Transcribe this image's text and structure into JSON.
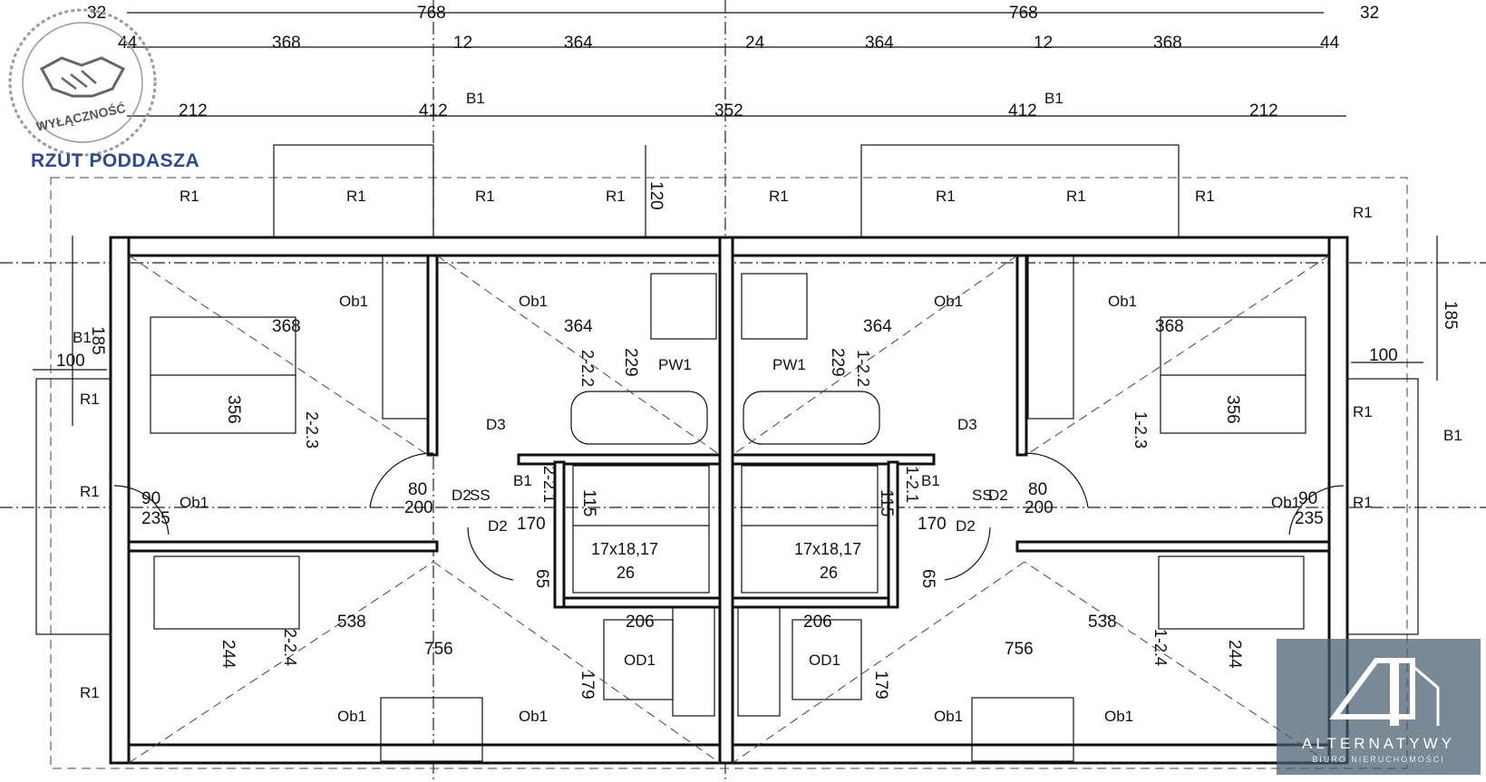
{
  "title": "RZUT PODDASZA",
  "stamp": {
    "text": "WYŁĄCZNOŚĆ",
    "icon": "handshake-icon"
  },
  "logo": {
    "name": "ALTERNATYWY",
    "subtitle": "BIURO NIERUCHOMOŚCI",
    "icon": "house-4-icon",
    "color": "#465c6e"
  },
  "dims_top": {
    "edge": "32",
    "half": "768",
    "edge2": "44",
    "room": "368",
    "wall12": "12",
    "bath": "364",
    "wall24": "24",
    "outer": "212",
    "mid": "412",
    "center": "352"
  },
  "dims_side": {
    "v185": "185",
    "h100": "100",
    "v120": "120"
  },
  "rooms": {
    "l_223": "2-2.3",
    "l_222": "2-2.2",
    "l_221": "2-2.1",
    "l_224": "2-2.4",
    "r_223": "1-2.3",
    "r_222": "1-2.2",
    "r_221": "1-2.1",
    "r_224": "1-2.4"
  },
  "room_dims": {
    "d368": "368",
    "d364": "364",
    "d356": "356",
    "d229": "229",
    "d538": "538",
    "d756": "756",
    "d244": "244",
    "d206": "206",
    "d179": "179",
    "d170": "170",
    "d115": "115",
    "d65": "65",
    "d80": "80",
    "d200": "200",
    "d90": "90",
    "d235": "235"
  },
  "stairs": {
    "steps": "17x18,17",
    "tread": "26"
  },
  "tags": {
    "r1": "R1",
    "b1": "B1",
    "ob1": "Ob1",
    "d2": "D2",
    "d3": "D3",
    "pw1": "PW1",
    "od1": "OD1",
    "ss": "SS",
    "b1r": "B1"
  },
  "colors": {
    "line": "#111111",
    "title": "#2c4a8c",
    "stamp": "#555555"
  }
}
